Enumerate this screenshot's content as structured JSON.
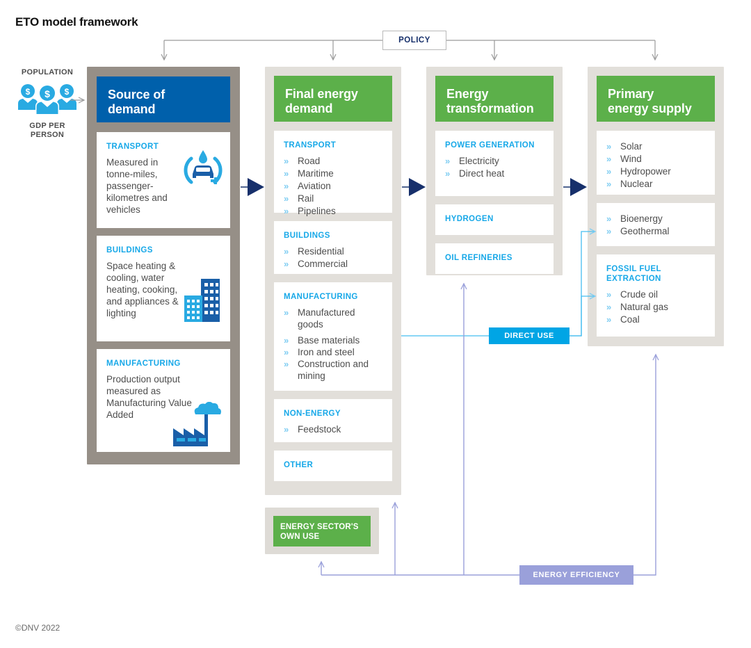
{
  "page": {
    "title": "ETO model framework",
    "copyright": "©DNV 2022"
  },
  "colors": {
    "header_blue": "#0060ab",
    "header_green": "#5cb04a",
    "frame_brown": "#968f87",
    "frame_gray": "#e2dfda",
    "accent_cyan": "#17a8e8",
    "bullet_blue": "#7fcdf2",
    "direct_use_blue": "#00a5e5",
    "efficiency_purple": "#9aa0da",
    "policy_navy": "#17306b",
    "arrow_navy": "#17306b"
  },
  "population": {
    "top_label": "POPULATION",
    "bottom_label": "GDP PER\nPERSON",
    "bottom_label_line1": "GDP PER",
    "bottom_label_line2": "PERSON",
    "icon": "three-people-with-dollar-icon"
  },
  "policy": {
    "label": "POLICY"
  },
  "direct_use": {
    "label": "DIRECT USE"
  },
  "energy_efficiency": {
    "label": "ENERGY EFFICIENCY"
  },
  "columns": [
    {
      "id": "source-of-demand",
      "header": "Source of\ndemand",
      "header_line1": "Source of",
      "header_line2": "demand",
      "header_color": "#0060ab",
      "frame_color": "#968f87",
      "cards": [
        {
          "title": "TRANSPORT",
          "body": "Measured in tonne-miles, passenger-kilometres and vehicles",
          "icon": "electric-car-icon"
        },
        {
          "title": "BUILDINGS",
          "body": "Space heating & cooling, water heating, cooking, and appliances & lighting",
          "icon": "buildings-icon"
        },
        {
          "title": "MANUFACTURING",
          "body": "Production output measured as Manufacturing Value Added",
          "icon": "factory-icon"
        }
      ]
    },
    {
      "id": "final-energy-demand",
      "header": "Final energy\ndemand",
      "header_line1": "Final energy",
      "header_line2": "demand",
      "header_color": "#5cb04a",
      "frame_color": "#e2dfda",
      "cards": [
        {
          "title": "TRANSPORT",
          "items": [
            "Road",
            "Maritime",
            "Aviation",
            "Rail",
            "Pipelines"
          ]
        },
        {
          "title": "BUILDINGS",
          "items": [
            "Residential",
            "Commercial"
          ]
        },
        {
          "title": "MANUFACTURING",
          "items": [
            "Manufactured goods",
            "Base materials",
            "Iron and steel",
            "Construction and mining"
          ]
        },
        {
          "title": "NON-ENERGY",
          "items": [
            "Feedstock"
          ]
        },
        {
          "title": "OTHER",
          "items": []
        }
      ]
    },
    {
      "id": "energy-transformation",
      "header": "Energy\ntransformation",
      "header_line1": "Energy",
      "header_line2": "transformation",
      "header_color": "#5cb04a",
      "frame_color": "#e2dfda",
      "cards": [
        {
          "title": "POWER GENERATION",
          "items": [
            "Electricity",
            "Direct heat"
          ]
        },
        {
          "title": "HYDROGEN",
          "items": []
        },
        {
          "title": "OIL REFINERIES",
          "items": []
        }
      ]
    },
    {
      "id": "primary-energy-supply",
      "header": "Primary\nenergy supply",
      "header_line1": "Primary",
      "header_line2": "energy supply",
      "header_color": "#5cb04a",
      "frame_color": "#e2dfda",
      "cards": [
        {
          "title": "",
          "items": [
            "Solar",
            "Wind",
            "Hydropower",
            "Nuclear"
          ]
        },
        {
          "title": "",
          "items": [
            "Bioenergy",
            "Geothermal"
          ]
        },
        {
          "title": "FOSSIL FUEL EXTRACTION",
          "title_line1": "FOSSIL FUEL",
          "title_line2": "EXTRACTION",
          "items": [
            "Crude oil",
            "Natural gas",
            "Coal"
          ]
        }
      ]
    }
  ],
  "energy_sector_own_use": {
    "header": "ENERGY SECTOR'S OWN USE",
    "header_line1": "ENERGY SECTOR'S",
    "header_line2": "OWN USE"
  }
}
